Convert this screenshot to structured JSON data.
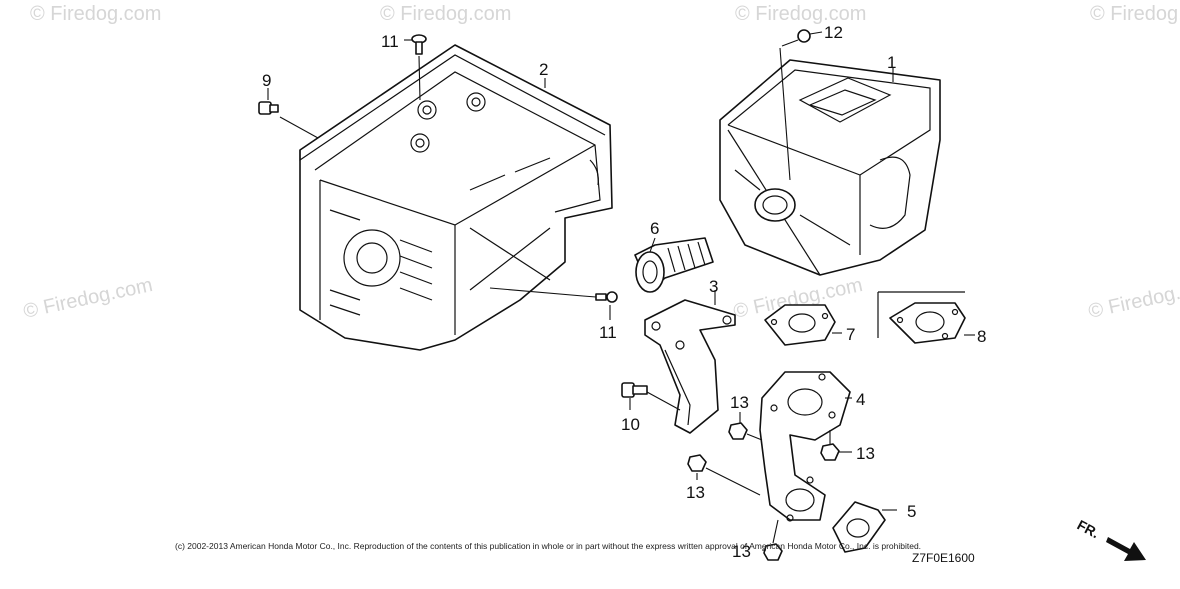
{
  "watermark": "© Firedog.com",
  "callouts": [
    {
      "id": "1",
      "label": "1"
    },
    {
      "id": "2",
      "label": "2"
    },
    {
      "id": "3",
      "label": "3"
    },
    {
      "id": "4",
      "label": "4"
    },
    {
      "id": "5",
      "label": "5"
    },
    {
      "id": "6",
      "label": "6"
    },
    {
      "id": "7",
      "label": "7"
    },
    {
      "id": "8",
      "label": "8"
    },
    {
      "id": "9",
      "label": "9"
    },
    {
      "id": "10",
      "label": "10"
    },
    {
      "id": "11a",
      "label": "11"
    },
    {
      "id": "11b",
      "label": "11"
    },
    {
      "id": "12",
      "label": "12"
    },
    {
      "id": "13a",
      "label": "13"
    },
    {
      "id": "13b",
      "label": "13"
    },
    {
      "id": "13c",
      "label": "13"
    },
    {
      "id": "13d",
      "label": "13"
    }
  ],
  "copyright": "(c) 2002-2013 American Honda Motor Co., Inc. Reproduction of the contents of this publication in whole or in part without the express written approval of American Honda Motor Co., Inc. is prohibited.",
  "diagram_code": "Z7F0E1600",
  "front_marker": "FR."
}
